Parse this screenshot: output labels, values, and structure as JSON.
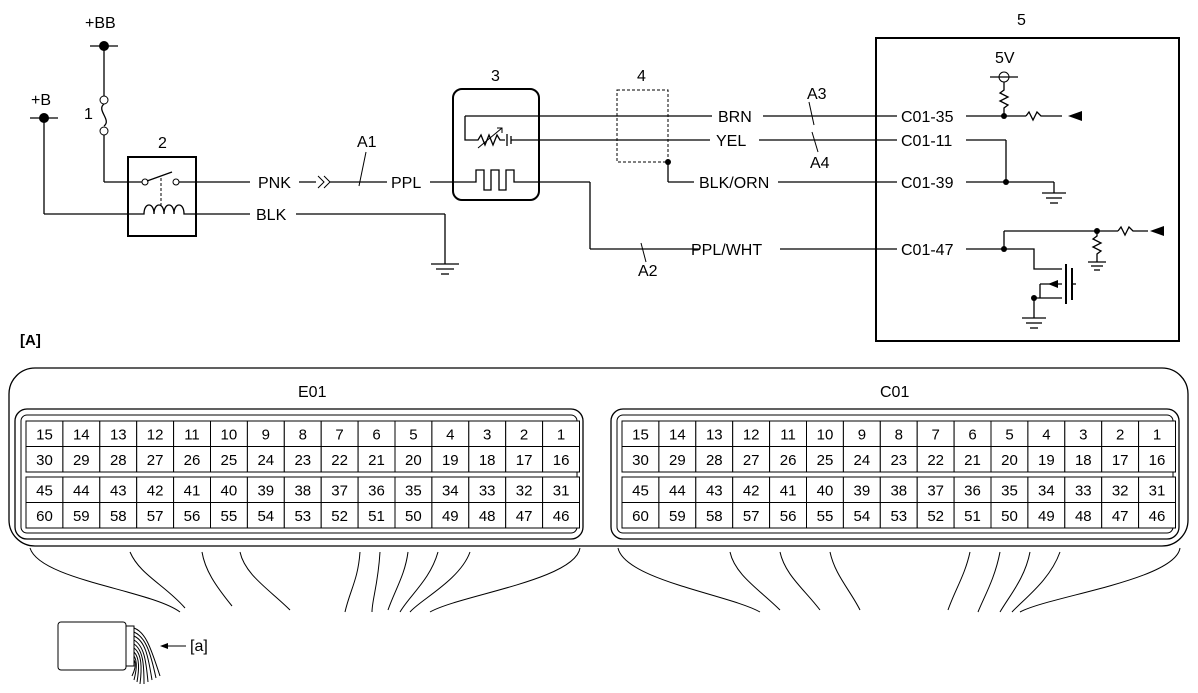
{
  "supply": {
    "bb_label": "+BB",
    "b_label": "+B"
  },
  "components": {
    "fuse": "1",
    "relay": "2",
    "sensor": "3",
    "shield": "4",
    "ecu": "5"
  },
  "ecu_supply": "5V",
  "wires": {
    "pnk": "PNK",
    "ppl": "PPL",
    "blk": "BLK",
    "brn": "BRN",
    "yel": "YEL",
    "blk_orn": "BLK/ORN",
    "ppl_wht": "PPL/WHT"
  },
  "connectors": {
    "a1": "A1",
    "a2": "A2",
    "a3": "A3",
    "a4": "A4"
  },
  "ecu_pins": {
    "c01_35": "C01-35",
    "c01_11": "C01-11",
    "c01_39": "C01-39",
    "c01_47": "C01-47"
  },
  "section_label": "[A]",
  "harness_label": "[a]",
  "ecu_connectors": [
    {
      "name": "E01",
      "rows": [
        [
          "15",
          "14",
          "13",
          "12",
          "11",
          "10",
          "9",
          "8",
          "7",
          "6",
          "5",
          "4",
          "3",
          "2",
          "1"
        ],
        [
          "30",
          "29",
          "28",
          "27",
          "26",
          "25",
          "24",
          "23",
          "22",
          "21",
          "20",
          "19",
          "18",
          "17",
          "16"
        ],
        [
          "45",
          "44",
          "43",
          "42",
          "41",
          "40",
          "39",
          "38",
          "37",
          "36",
          "35",
          "34",
          "33",
          "32",
          "31"
        ],
        [
          "60",
          "59",
          "58",
          "57",
          "56",
          "55",
          "54",
          "53",
          "52",
          "51",
          "50",
          "49",
          "48",
          "47",
          "46"
        ]
      ]
    },
    {
      "name": "C01",
      "rows": [
        [
          "15",
          "14",
          "13",
          "12",
          "11",
          "10",
          "9",
          "8",
          "7",
          "6",
          "5",
          "4",
          "3",
          "2",
          "1"
        ],
        [
          "30",
          "29",
          "28",
          "27",
          "26",
          "25",
          "24",
          "23",
          "22",
          "21",
          "20",
          "19",
          "18",
          "17",
          "16"
        ],
        [
          "45",
          "44",
          "43",
          "42",
          "41",
          "40",
          "39",
          "38",
          "37",
          "36",
          "35",
          "34",
          "33",
          "32",
          "31"
        ],
        [
          "60",
          "59",
          "58",
          "57",
          "56",
          "55",
          "54",
          "53",
          "52",
          "51",
          "50",
          "49",
          "48",
          "47",
          "46"
        ]
      ]
    }
  ]
}
